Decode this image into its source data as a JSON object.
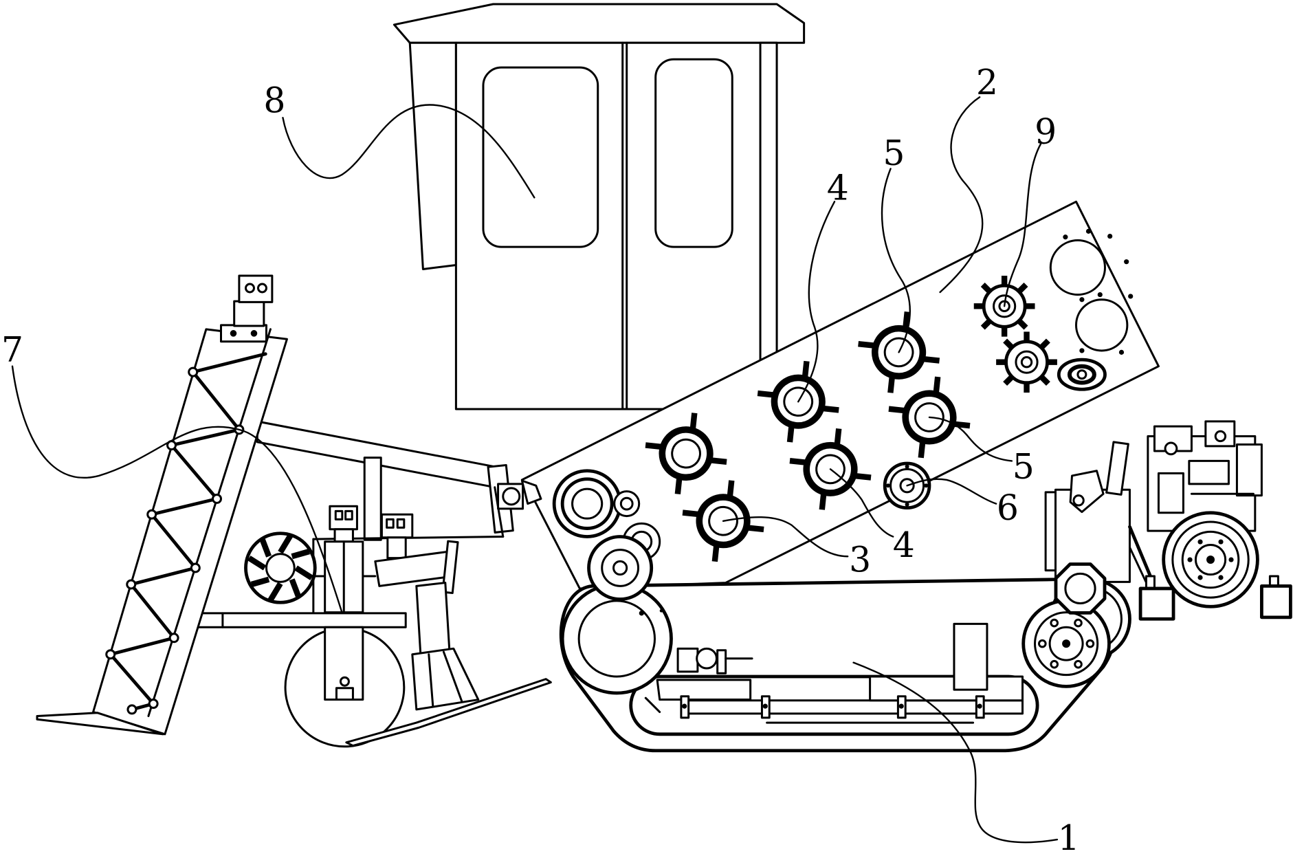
{
  "callouts": [
    {
      "label": "8"
    },
    {
      "label": "2"
    },
    {
      "label": "9"
    },
    {
      "label": "5"
    },
    {
      "label": "4"
    },
    {
      "label": "7"
    },
    {
      "label": "5"
    },
    {
      "label": "6"
    },
    {
      "label": "3"
    },
    {
      "label": "4"
    },
    {
      "label": "1"
    }
  ],
  "colors": {
    "ink": "#000000",
    "paper": "#ffffff"
  }
}
